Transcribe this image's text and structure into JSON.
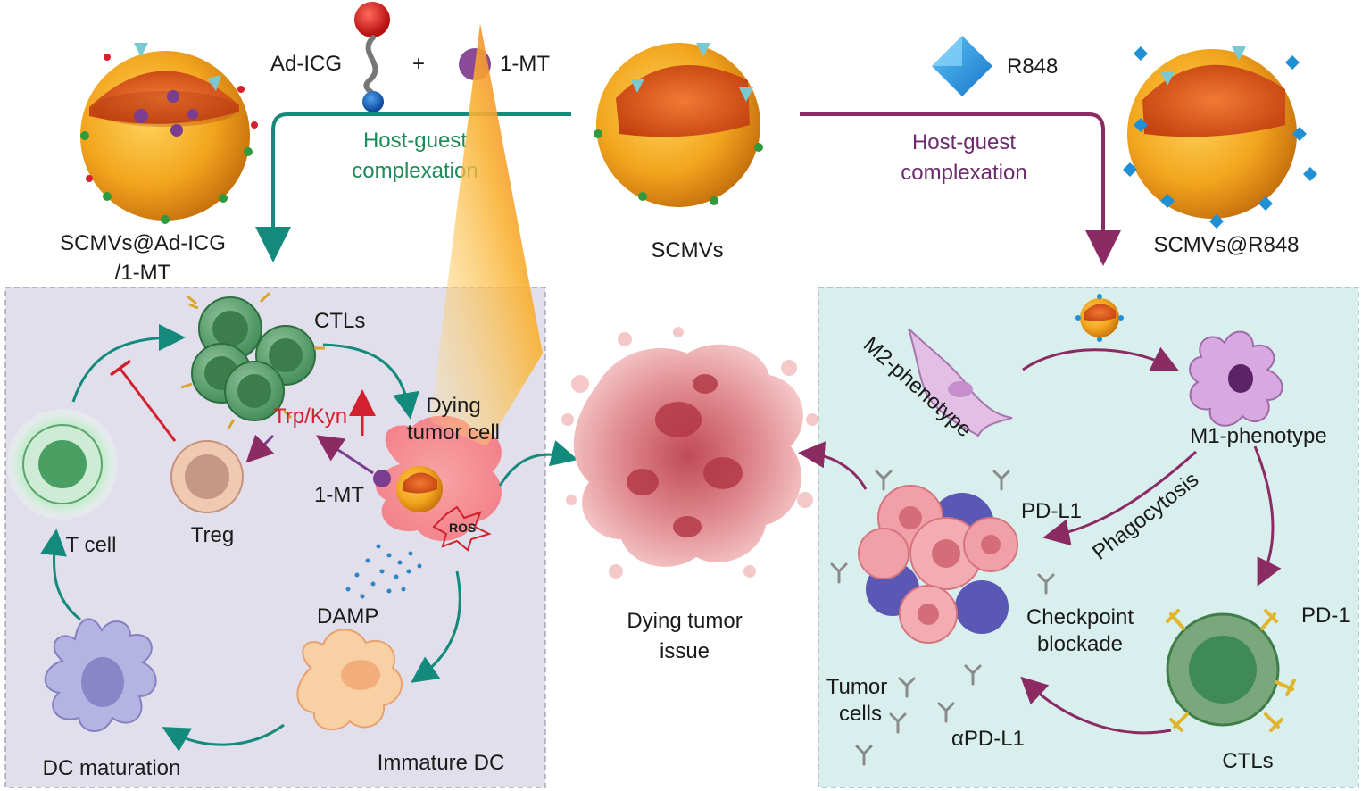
{
  "top": {
    "left_product": {
      "line1": "SCMVs@Ad-ICG",
      "line2": "/1-MT"
    },
    "center_product": "SCMVs",
    "right_product": "SCMVs@R848",
    "reagent_ad_icg": "Ad-ICG",
    "plus_sign": "+",
    "reagent_1mt": "1-MT",
    "reagent_r848": "R848",
    "left_process": {
      "line1": "Host-guest",
      "line2": "complexation"
    },
    "right_process": {
      "line1": "Host-guest",
      "line2": "complexation"
    }
  },
  "left_panel": {
    "ctls": "CTLs",
    "dying_tumor_cell": {
      "line1": "Dying",
      "line2": "tumor cell"
    },
    "trp_kyn": "Trp/Kyn",
    "one_mt": "1-MT",
    "ros": "ROS",
    "treg": "Treg",
    "t_cell": "T cell",
    "damp": "DAMP",
    "immature_dc": "Immature DC",
    "dc_maturation": "DC maturation"
  },
  "center": {
    "dying_tumor_issue": {
      "line1": "Dying tumor",
      "line2": "issue"
    }
  },
  "right_panel": {
    "m2_phenotype": "M2-phenotype",
    "m1_phenotype": "M1-phenotype",
    "phagocytosis": "Phagocytosis",
    "pd_l1": "PD-L1",
    "checkpoint_blockade": {
      "line1": "Checkpoint",
      "line2": "blockade"
    },
    "pd_1": "PD-1",
    "ctls": "CTLs",
    "tumor_cells": {
      "line1": "Tumor",
      "line2": "cells"
    },
    "alpha_pd_l1": "αPD-L1"
  },
  "colors": {
    "teal_arrow": "#138a7c",
    "purple_arrow": "#8b2a63",
    "left_panel_bg": "#e2dfec",
    "right_panel_bg": "#d8efee",
    "vesicle_orange": "#f2a51e",
    "vesicle_inner": "#d8531d",
    "trp_kyn_red": "#d3202f"
  }
}
